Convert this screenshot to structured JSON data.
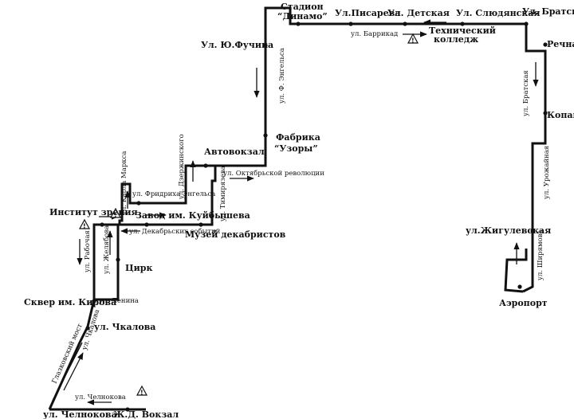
{
  "map": {
    "stops": {
      "dinamo_1": "Стадион",
      "dinamo_2": "“Динамо”",
      "pisareva": "Ул.Писарева",
      "detskaya": "Ул. Детская",
      "slyudyanskaya": "Ул. Слюдянская",
      "bratskaya": "Ул. Братская",
      "tech_1": "Технический",
      "tech_2": "колледж",
      "rechnaya": "Речная",
      "kopay": "Копай",
      "fuchika": "Ул. Ю.Фучика",
      "uzory_1": "Фабрика",
      "uzory_2": "“Узоры”",
      "avtovokzal": "Автовокзал",
      "zavod": "Завод им. Куйбышева",
      "institut": "Институт зрения",
      "muzey": "Музей декабристов",
      "tsirk": "Цирк",
      "skver": "Сквер им. Кирова",
      "chkalova": "ул. Чкалова",
      "chelnokova": "ул. Челнокова",
      "zhd": "Ж.Д. Вокзал",
      "zhiguli": "ул.Жигулевская",
      "airport": "Аэропорт"
    },
    "streets": {
      "barrikad": "ул. Баррикад",
      "engelsa_f": "ул. Ф. Энгельса",
      "bratskaya": "ул. Братская",
      "urozhaynaya": "ул. Урожайная",
      "shiryamova": "ул. Ширямова",
      "oktyabr": "ул. Октябрьской революции",
      "dzerzhinskogo": "ул. Дзержинского",
      "timiryazeva": "ул. Тимирязева",
      "karla_marksa": "ул. Карла Маркса",
      "engelsa_fr": "ул. Фридриха Энгельса",
      "dekabr": "ул. Декабрьских событий",
      "rabochaya": "ул. Рабочая",
      "zhelyabova": "ул. Желябова",
      "lenina": "ул. Ленина",
      "chkalova": "ул. Чкалова",
      "glazkovsky": "Глазковский мост",
      "chelnokova": "ул. Челнокова"
    },
    "warning_symbol": "!"
  }
}
